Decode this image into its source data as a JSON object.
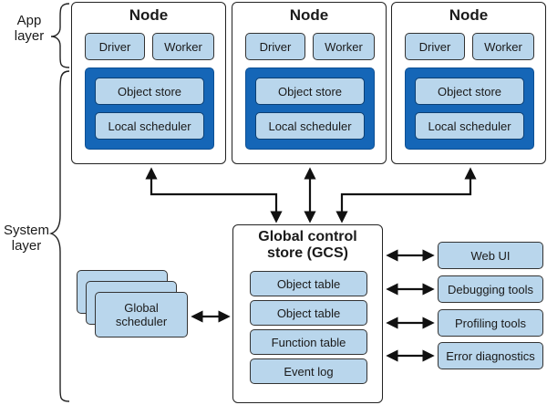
{
  "layers": {
    "app": "App\nlayer",
    "system": "System\nlayer"
  },
  "nodes": [
    {
      "title": "Node",
      "driver": "Driver",
      "worker": "Worker",
      "object_store": "Object store",
      "local_scheduler": "Local scheduler"
    },
    {
      "title": "Node",
      "driver": "Driver",
      "worker": "Worker",
      "object_store": "Object store",
      "local_scheduler": "Local scheduler"
    },
    {
      "title": "Node",
      "driver": "Driver",
      "worker": "Worker",
      "object_store": "Object store",
      "local_scheduler": "Local scheduler"
    }
  ],
  "gcs": {
    "title": "Global control\nstore (GCS)",
    "tables": [
      "Object table",
      "Object table",
      "Function table",
      "Event log"
    ]
  },
  "global_scheduler": "Global\nscheduler",
  "tools": [
    "Web UI",
    "Debugging tools",
    "Profiling tools",
    "Error diagnostics"
  ],
  "colors": {
    "light_blue": "#b9d6ec",
    "dark_blue": "#1566b7",
    "border": "#222222"
  }
}
